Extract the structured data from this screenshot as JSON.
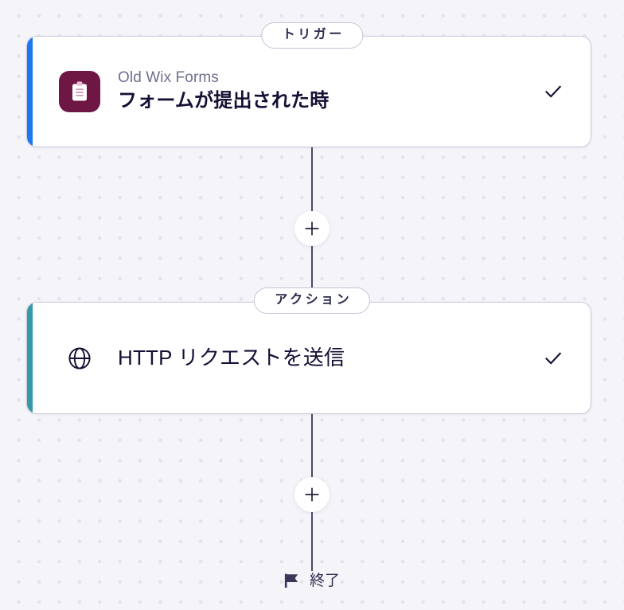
{
  "canvas": {
    "background_color": "#f4f4f9",
    "dot_color": "#e3e3ea",
    "connector_color": "#4b4b63"
  },
  "nodes": [
    {
      "id": "trigger",
      "stage_badge": "トリガー",
      "accent_color": "#1a77ee",
      "app_name": "Old Wix Forms",
      "title": "フォームが提出された時",
      "icon": "clipboard-form-icon",
      "icon_bg": "#6e1744",
      "status_icon": "check-icon"
    },
    {
      "id": "action",
      "stage_badge": "アクション",
      "accent_color": "#359aa8",
      "app_name": "",
      "title": "HTTP リクエストを送信",
      "icon": "globe-icon",
      "icon_bg": "",
      "status_icon": "check-icon"
    }
  ],
  "add_buttons": [
    {
      "id": "add-step-1",
      "label": "+"
    },
    {
      "id": "add-step-2",
      "label": "+"
    }
  ],
  "end_marker": {
    "icon": "flag-icon",
    "label": "終了"
  }
}
